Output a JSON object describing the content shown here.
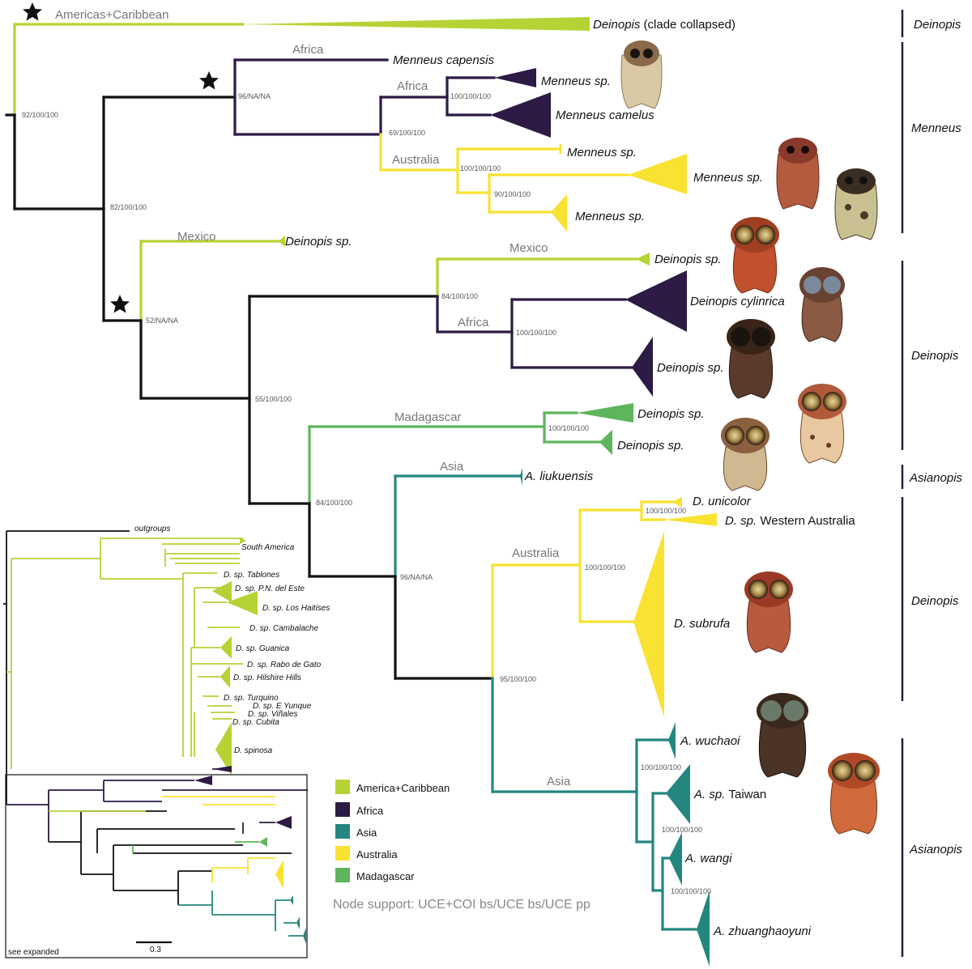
{
  "colors": {
    "americas": "#b5d334",
    "africa": "#2d1a45",
    "asia": "#23877f",
    "australia": "#f9e232",
    "madagascar": "#5eb55c",
    "backbone": "#111111"
  },
  "regions": {
    "americas_caribbean": "Americas+Caribbean",
    "africa_1": "Africa",
    "africa_2": "Africa",
    "australia_1": "Australia",
    "mexico_1": "Mexico",
    "mexico_2": "Mexico",
    "africa_3": "Africa",
    "madagascar": "Madagascar",
    "asia_1": "Asia",
    "australia_2": "Australia",
    "asia_2": "Asia"
  },
  "tips": {
    "deinopis_collapsed_name": "Deinopis",
    "deinopis_collapsed_note": "(clade collapsed)",
    "menneus_capensis": "Menneus capensis",
    "menneus_sp_1": "Menneus sp.",
    "menneus_camelus": "Menneus camelus",
    "menneus_sp_2": "Menneus sp.",
    "menneus_sp_3": "Menneus sp.",
    "menneus_sp_4": "Menneus sp.",
    "deinopis_sp_mexico_1": "Deinopis sp.",
    "deinopis_sp_mexico_2": "Deinopis sp.",
    "deinopis_cylinrica": "Deinopis cylinrica",
    "deinopis_sp_africa": "Deinopis sp.",
    "deinopis_sp_madagascar_1": "Deinopis sp.",
    "deinopis_sp_madagascar_2": "Deinopis sp.",
    "a_liukuensis": "A. liukuensis",
    "d_unicolor": "D. unicolor",
    "d_sp_wa_italic": "D. sp.",
    "d_sp_wa_plain": "Western Australia",
    "d_subrufa": "D. subrufa",
    "a_wuchaoi": "A. wuchaoi",
    "a_sp_taiwan_italic": "A. sp.",
    "a_sp_taiwan_plain": "Taiwan",
    "a_wangi": "A. wangi",
    "a_zhuanghaoyuni": "A. zhuanghaoyuni"
  },
  "supports": {
    "n1": "92/100/100",
    "n2": "96/NA/NA",
    "n3": "100/100/100",
    "n4": "69/100/100",
    "n5": "100/100/100",
    "n6": "90/100/100",
    "n7": "82/100/100",
    "n8": "52/NA/NA",
    "n9": "84/100/100",
    "n10": "100/100/100",
    "n11": "55/100/100",
    "n12": "100/100/100",
    "n13": "84/100/100",
    "n14": "100/100/100",
    "n15": "96/NA/NA",
    "n16": "100/100/100",
    "n17": "95/100/100",
    "n18": "100/100/100",
    "n19": "100/100/100",
    "n20": "100/100/100"
  },
  "groups": {
    "g1": "Deinopis",
    "g2": "Menneus",
    "g3": "Deinopis",
    "g4": "Asianopis",
    "g5": "Deinopis",
    "g6": "Asianopis"
  },
  "inset": {
    "outgroups": "outgroups",
    "south_america": "South America",
    "tablones": "D. sp. Tablones",
    "pn_del_este": "D. sp. P.N. del Este",
    "los_haitises": "D. sp. Los Haitises",
    "cambalache": "D. sp. Cambalache",
    "guanica": "D. sp. Guanica",
    "rabo_de_gato": "D. sp. Rabo de Gato",
    "hilshire_hills": "D. sp. Hilshire Hills",
    "turquino": "D. sp. Turquino",
    "e_yunque": "D. sp. E Yunque",
    "vinales": "D. sp. Viñales",
    "cubita": "D. sp. Cubita",
    "spinosa": "D. spinosa",
    "see_expanded": "see expanded",
    "scale": "0.3"
  },
  "legend": {
    "items": [
      "America+Caribbean",
      "Africa",
      "Asia",
      "Australia",
      "Madagascar"
    ],
    "note": "Node support: UCE+COI bs/UCE bs/UCE pp"
  }
}
